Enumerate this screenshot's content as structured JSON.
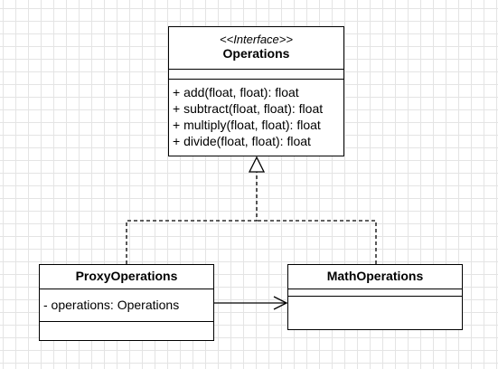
{
  "interface": {
    "stereotype": "<<Interface>>",
    "name": "Operations",
    "fields": [],
    "methods": [
      "+ add(float, float): float",
      "+ subtract(float, float): float",
      "+ multiply(float, float): float",
      "+ divide(float, float): float"
    ]
  },
  "proxy": {
    "name": "ProxyOperations",
    "fields": [
      "- operations: Operations"
    ],
    "methods": []
  },
  "math": {
    "name": "MathOperations",
    "fields": [],
    "methods": []
  },
  "relations": [
    {
      "type": "realization",
      "from": "ProxyOperations",
      "to": "Operations"
    },
    {
      "type": "realization",
      "from": "MathOperations",
      "to": "Operations"
    },
    {
      "type": "association",
      "from": "ProxyOperations",
      "to": "MathOperations"
    }
  ],
  "colors": {
    "background": "#ffffff",
    "grid": "#e4e4e4",
    "line": "#000000"
  }
}
